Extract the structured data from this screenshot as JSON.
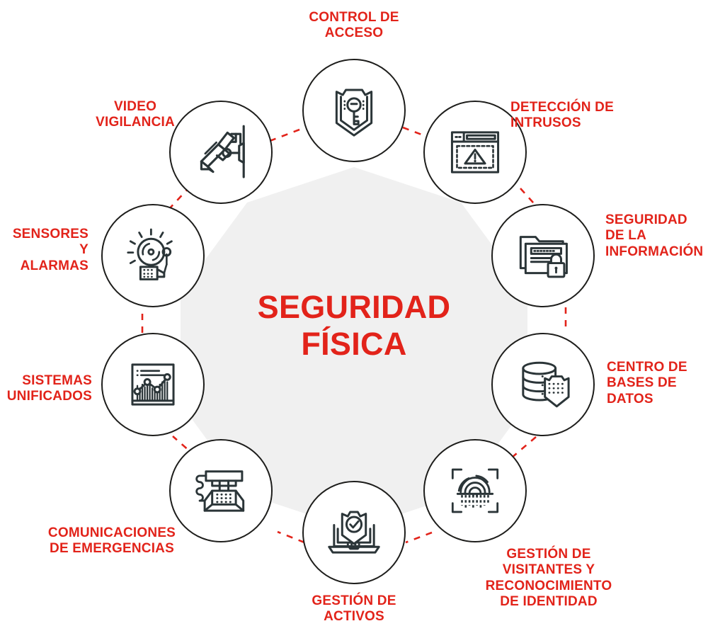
{
  "diagram": {
    "center_title": "SEGURIDAD\nFÍSICA",
    "accent_color": "#E2231A",
    "icon_color": "#2b3538",
    "center_fill": "#F0F0F0",
    "node_fill": "#FFFFFF",
    "connector_style": "red-dashed"
  },
  "nodes": [
    {
      "id": "control-de-acceso",
      "label": "CONTROL DE\nACCESO",
      "icon": "shield-key-icon"
    },
    {
      "id": "deteccion-de-intrusos",
      "label": "DETECCIÓN DE\nINTRUSOS",
      "icon": "window-alert-icon"
    },
    {
      "id": "seguridad-informacion",
      "label": "SEGURIDAD\nDE LA\nINFORMACIÓN",
      "icon": "folder-lock-icon"
    },
    {
      "id": "centro-bases-de-datos",
      "label": "CENTRO DE\nBASES DE\nDATOS",
      "icon": "database-shield-icon"
    },
    {
      "id": "gestion-visitantes",
      "label": "GESTIÓN DE\nVISITANTES Y\nRECONOCIMIENTO\nDE IDENTIDAD",
      "icon": "fingerprint-scan-icon"
    },
    {
      "id": "gestion-de-activos",
      "label": "GESTIÓN DE\nACTIVOS",
      "icon": "laptop-shield-check-icon"
    },
    {
      "id": "comunicaciones-emergencia",
      "label": "COMUNICACIONES\nDE EMERGENCIAS",
      "icon": "desk-telephone-icon"
    },
    {
      "id": "sistemas-unificados",
      "label": "SISTEMAS\nUNIFICADOS",
      "icon": "dashboard-chart-icon"
    },
    {
      "id": "sensores-y-alarmas",
      "label": "SENSORES Y\nALARMAS",
      "icon": "alarm-bell-icon"
    },
    {
      "id": "video-vigilancia",
      "label": "VIDEO\nVIGILANCIA",
      "icon": "cctv-camera-icon"
    }
  ]
}
